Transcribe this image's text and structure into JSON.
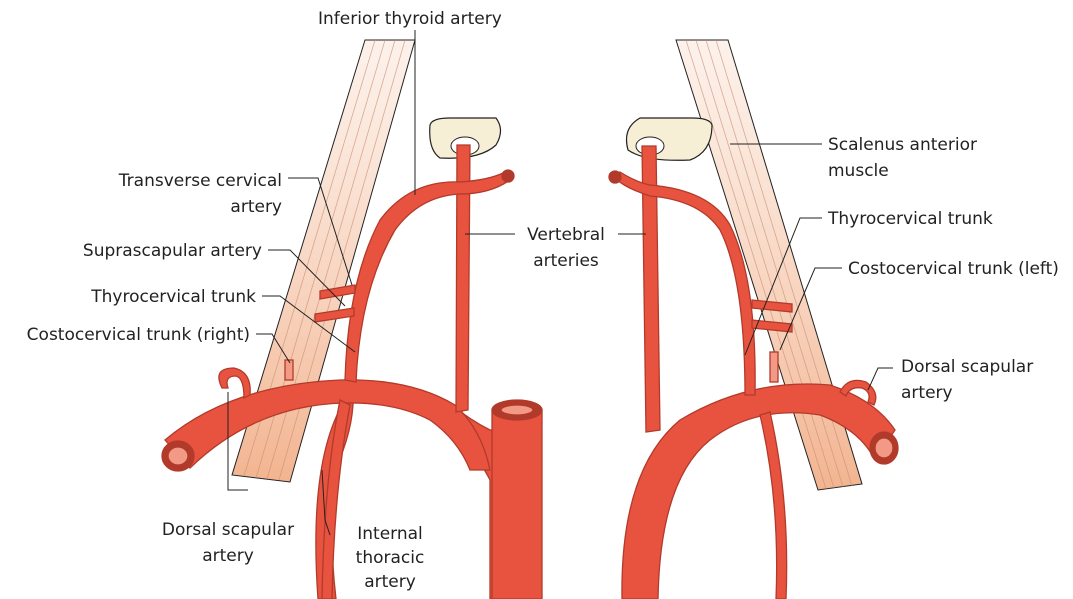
{
  "labels": {
    "inferior_thyroid_artery": "Inferior thyroid artery",
    "transverse_cervical_artery": [
      "Transverse cervical",
      "artery"
    ],
    "suprascapular_artery": "Suprascapular artery",
    "thyrocervical_trunk_right": "Thyrocervical trunk",
    "costocervical_trunk_right": "Costocervical trunk (right)",
    "dorsal_scapular_artery_right": [
      "Dorsal scapular",
      "artery"
    ],
    "internal_thoracic_artery": [
      "Internal",
      "thoracic",
      "artery"
    ],
    "vertebral_arteries": [
      "Vertebral",
      "arteries"
    ],
    "scalenus_anterior_muscle": [
      "Scalenus anterior",
      "muscle"
    ],
    "thyrocervical_trunk_left": "Thyrocervical trunk",
    "costocervical_trunk_left": "Costocervical trunk (left)",
    "dorsal_scapular_artery_left": [
      "Dorsal scapular",
      "artery"
    ]
  },
  "colors": {
    "artery": "#e8533f",
    "artery_dark": "#b23a2a",
    "artery_light": "#f29a86",
    "muscle": "#f6c9a8",
    "vertebra": "#f7eed6",
    "leader": "#222222"
  }
}
